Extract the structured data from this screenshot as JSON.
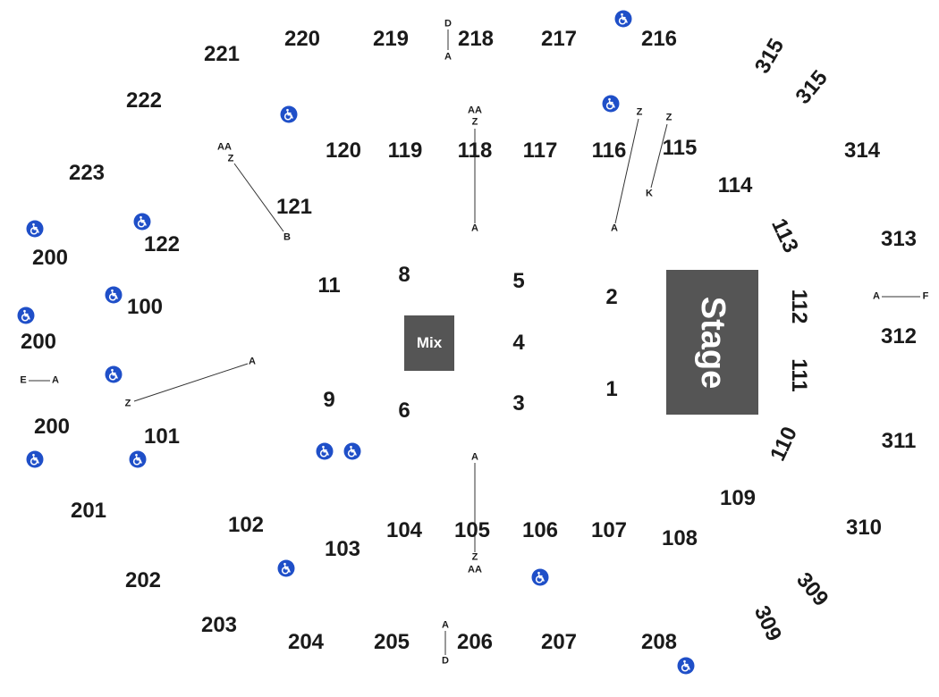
{
  "venue": {
    "stage_label": "Stage",
    "mix_label": "Mix",
    "sections": [
      {
        "id": "221",
        "label": "221"
      },
      {
        "id": "220",
        "label": "220"
      },
      {
        "id": "219",
        "label": "219"
      },
      {
        "id": "218",
        "label": "218"
      },
      {
        "id": "217",
        "label": "217"
      },
      {
        "id": "216",
        "label": "216"
      },
      {
        "id": "315a",
        "label": "315"
      },
      {
        "id": "315b",
        "label": "315"
      },
      {
        "id": "222",
        "label": "222"
      },
      {
        "id": "223",
        "label": "223"
      },
      {
        "id": "120",
        "label": "120"
      },
      {
        "id": "119",
        "label": "119"
      },
      {
        "id": "118",
        "label": "118"
      },
      {
        "id": "117",
        "label": "117"
      },
      {
        "id": "116",
        "label": "116"
      },
      {
        "id": "115",
        "label": "115"
      },
      {
        "id": "314",
        "label": "314"
      },
      {
        "id": "114",
        "label": "114"
      },
      {
        "id": "121",
        "label": "121"
      },
      {
        "id": "122",
        "label": "122"
      },
      {
        "id": "200a",
        "label": "200"
      },
      {
        "id": "113",
        "label": "113"
      },
      {
        "id": "313",
        "label": "313"
      },
      {
        "id": "11",
        "label": "11"
      },
      {
        "id": "8",
        "label": "8"
      },
      {
        "id": "5",
        "label": "5"
      },
      {
        "id": "2",
        "label": "2"
      },
      {
        "id": "100",
        "label": "100"
      },
      {
        "id": "112",
        "label": "112"
      },
      {
        "id": "200b",
        "label": "200"
      },
      {
        "id": "4",
        "label": "4"
      },
      {
        "id": "312",
        "label": "312"
      },
      {
        "id": "111",
        "label": "111"
      },
      {
        "id": "1",
        "label": "1"
      },
      {
        "id": "9",
        "label": "9"
      },
      {
        "id": "3",
        "label": "3"
      },
      {
        "id": "6",
        "label": "6"
      },
      {
        "id": "200c",
        "label": "200"
      },
      {
        "id": "101",
        "label": "101"
      },
      {
        "id": "110",
        "label": "110"
      },
      {
        "id": "311",
        "label": "311"
      },
      {
        "id": "109",
        "label": "109"
      },
      {
        "id": "201",
        "label": "201"
      },
      {
        "id": "102",
        "label": "102"
      },
      {
        "id": "104",
        "label": "104"
      },
      {
        "id": "105",
        "label": "105"
      },
      {
        "id": "106",
        "label": "106"
      },
      {
        "id": "107",
        "label": "107"
      },
      {
        "id": "108",
        "label": "108"
      },
      {
        "id": "310",
        "label": "310"
      },
      {
        "id": "103",
        "label": "103"
      },
      {
        "id": "202",
        "label": "202"
      },
      {
        "id": "309a",
        "label": "309"
      },
      {
        "id": "309b",
        "label": "309"
      },
      {
        "id": "203",
        "label": "203"
      },
      {
        "id": "204",
        "label": "204"
      },
      {
        "id": "205",
        "label": "205"
      },
      {
        "id": "206",
        "label": "206"
      },
      {
        "id": "207",
        "label": "207"
      },
      {
        "id": "208",
        "label": "208"
      }
    ],
    "row_markers": [
      {
        "id": "218-d",
        "label": "D"
      },
      {
        "id": "218-a",
        "label": "A"
      },
      {
        "id": "118-aa",
        "label": "AA"
      },
      {
        "id": "118-z",
        "label": "Z"
      },
      {
        "id": "118-a",
        "label": "A"
      },
      {
        "id": "116-z",
        "label": "Z"
      },
      {
        "id": "116-a",
        "label": "A"
      },
      {
        "id": "115-z",
        "label": "Z"
      },
      {
        "id": "115-k",
        "label": "K"
      },
      {
        "id": "121-aa",
        "label": "AA"
      },
      {
        "id": "121-z",
        "label": "Z"
      },
      {
        "id": "121-b",
        "label": "B"
      },
      {
        "id": "312-a",
        "label": "A"
      },
      {
        "id": "312-f",
        "label": "F"
      },
      {
        "id": "200-e",
        "label": "E"
      },
      {
        "id": "200-a",
        "label": "A"
      },
      {
        "id": "101-a",
        "label": "A"
      },
      {
        "id": "101-z",
        "label": "Z"
      },
      {
        "id": "105-a",
        "label": "A"
      },
      {
        "id": "105-z",
        "label": "Z"
      },
      {
        "id": "105-aa",
        "label": "AA"
      },
      {
        "id": "206-a",
        "label": "A"
      },
      {
        "id": "206-d",
        "label": "D"
      }
    ],
    "accessible_seating": [
      {
        "id": "ada-216"
      },
      {
        "id": "ada-116"
      },
      {
        "id": "ada-120"
      },
      {
        "id": "ada-122"
      },
      {
        "id": "ada-200-top"
      },
      {
        "id": "ada-100"
      },
      {
        "id": "ada-200-mid"
      },
      {
        "id": "ada-101-upper"
      },
      {
        "id": "ada-200-low"
      },
      {
        "id": "ada-101-lower"
      },
      {
        "id": "ada-floor-1"
      },
      {
        "id": "ada-floor-2"
      },
      {
        "id": "ada-103"
      },
      {
        "id": "ada-106"
      },
      {
        "id": "ada-208"
      }
    ],
    "colors": {
      "stage": "#555555",
      "mix": "#555555",
      "accessible": "#1f4fc8",
      "text": "#1a1a1a",
      "background": "#ffffff"
    }
  }
}
